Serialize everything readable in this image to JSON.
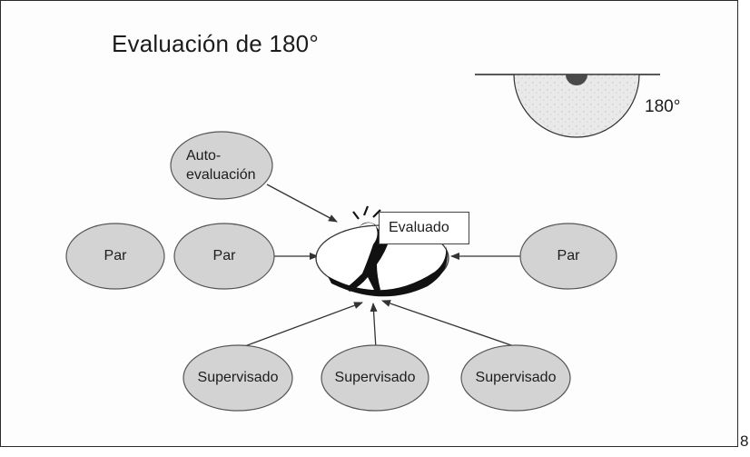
{
  "title": "Evaluación de 180°",
  "degree_label": "180°",
  "page_number": "8",
  "center_label": "Evaluado",
  "nodes": {
    "self": {
      "line1": "Auto-",
      "line2": "evaluación"
    },
    "peer_far_left": "Par",
    "peer_left": "Par",
    "peer_right": "Par",
    "sup_left": "Supervisado",
    "sup_center": "Supervisado",
    "sup_right": "Supervisado"
  },
  "colors": {
    "node_fill": "#d3d3d3",
    "node_stroke": "#555555",
    "arrow": "#333333",
    "dark": "#111111"
  }
}
